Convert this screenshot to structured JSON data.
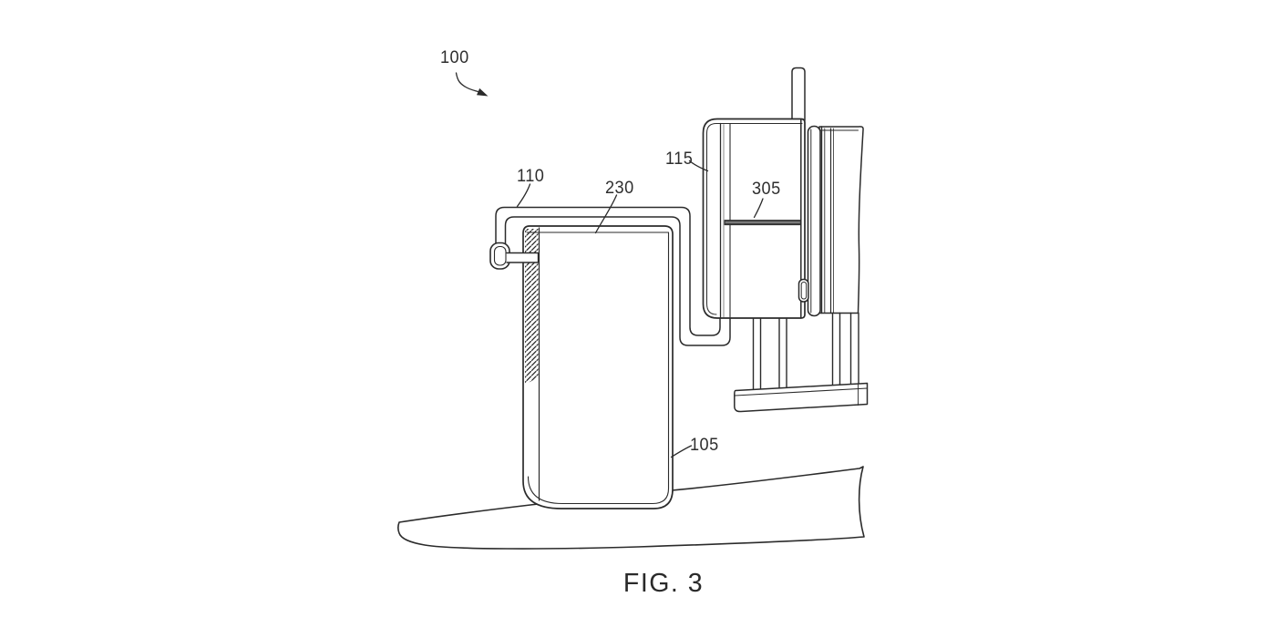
{
  "figure": {
    "caption": "FIG. 3",
    "reference_numerals": {
      "n100": "100",
      "n110": "110",
      "n230": "230",
      "n115": "115",
      "n305": "305",
      "n105": "105"
    }
  },
  "colors": {
    "line": "#2b2b2b",
    "background": "#ffffff",
    "divider_fill": "#3f3f3f"
  }
}
